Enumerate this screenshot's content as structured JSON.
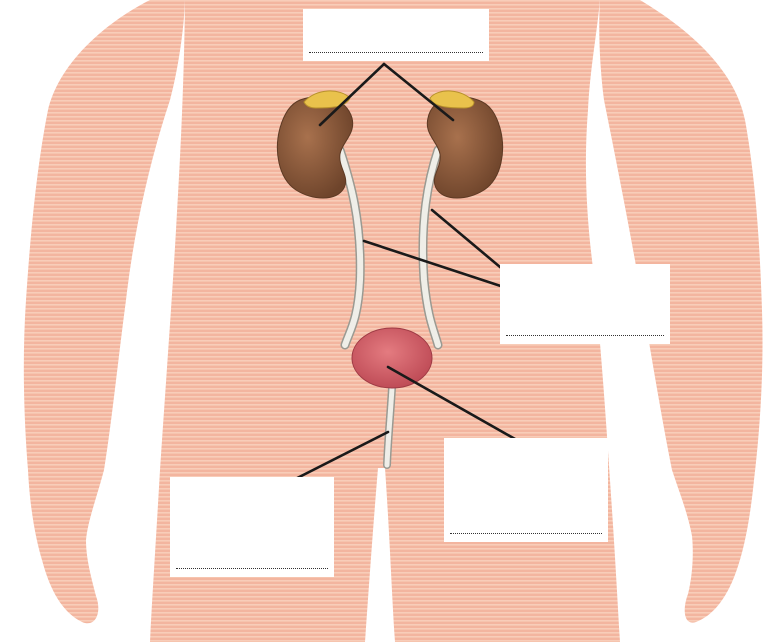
{
  "diagram": {
    "subject": "urinary-system-body-outline",
    "colors": {
      "skin": "#f2b49c",
      "skin_stripe": "#f7c8b4",
      "kidney": "#8a5a3c",
      "adrenal": "#e8c04a",
      "ureter": "#e8e6df",
      "bladder": "#d9626a",
      "leader_line": "#1a1a1a",
      "label_box": "#ffffff"
    },
    "labels": [
      {
        "id": "label-top",
        "answer": ""
      },
      {
        "id": "label-right-mid",
        "answer": ""
      },
      {
        "id": "label-right-low",
        "answer": ""
      },
      {
        "id": "label-left-low",
        "answer": ""
      }
    ]
  }
}
